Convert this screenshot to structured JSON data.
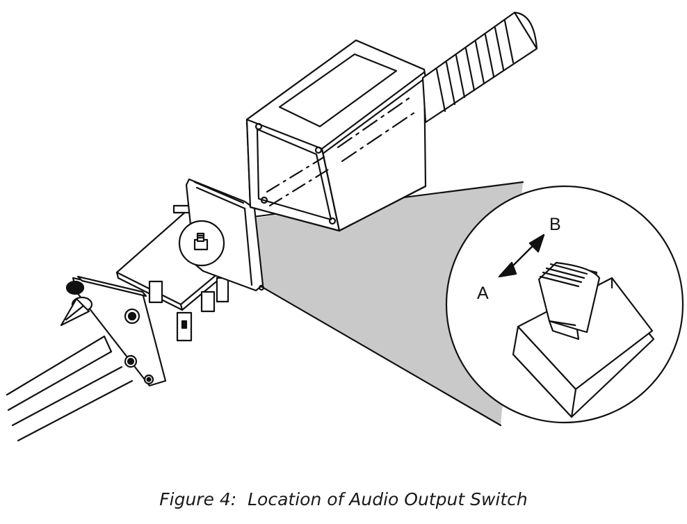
{
  "figure": {
    "caption": "Figure 4:  Location of Audio Output Switch",
    "labels": {
      "a": "A",
      "b": "B"
    }
  },
  "colors": {
    "line": "#111111",
    "shade": "#c9c9c9",
    "paper": "#ffffff"
  }
}
